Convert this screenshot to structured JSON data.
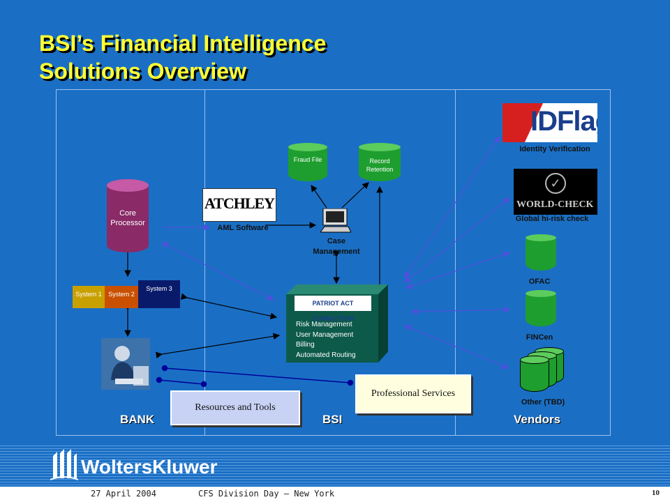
{
  "title": {
    "line1": "BSI’s Financial Intelligence",
    "line2": "Solutions Overview"
  },
  "zones": {
    "bank": "BANK",
    "bsi": "BSI",
    "vendors": "Vendors"
  },
  "bank": {
    "core_processor": "Core Processor",
    "systems": [
      "System 1",
      "System 2",
      "System 3"
    ],
    "resources_tools": "Resources and Tools"
  },
  "bsi": {
    "atchley_logo": "ATCHLEY",
    "aml_software": "AML Software",
    "fraud_file": "Fraud File",
    "record_retention": "Record Retention",
    "case_management": "Case Management",
    "patriot_act_logo": "PATRIOT ACT CONNECTION",
    "patriot_features": [
      "Risk Management",
      "User Management",
      "Billing",
      "Automated Routing"
    ],
    "professional_services": "Professional Services"
  },
  "vendors": {
    "idflag_logo": "IDFlag",
    "identity_verification": "Identity Verification",
    "worldcheck_logo": "WORLD-CHECK",
    "global_hi_risk": "Global hi-risk check",
    "ofac": "OFAC",
    "fincen": "FINCen",
    "other": "Other (TBD)"
  },
  "footer": {
    "brand": "WoltersKluwer",
    "date": "27 April 2004",
    "event": "CFS Division Day – New York",
    "page": "10"
  },
  "colors": {
    "background": "#1a6fc4",
    "title": "#ffff33",
    "cylinder_green": "#1e9e2e",
    "core_processor": "#8a2a66"
  }
}
